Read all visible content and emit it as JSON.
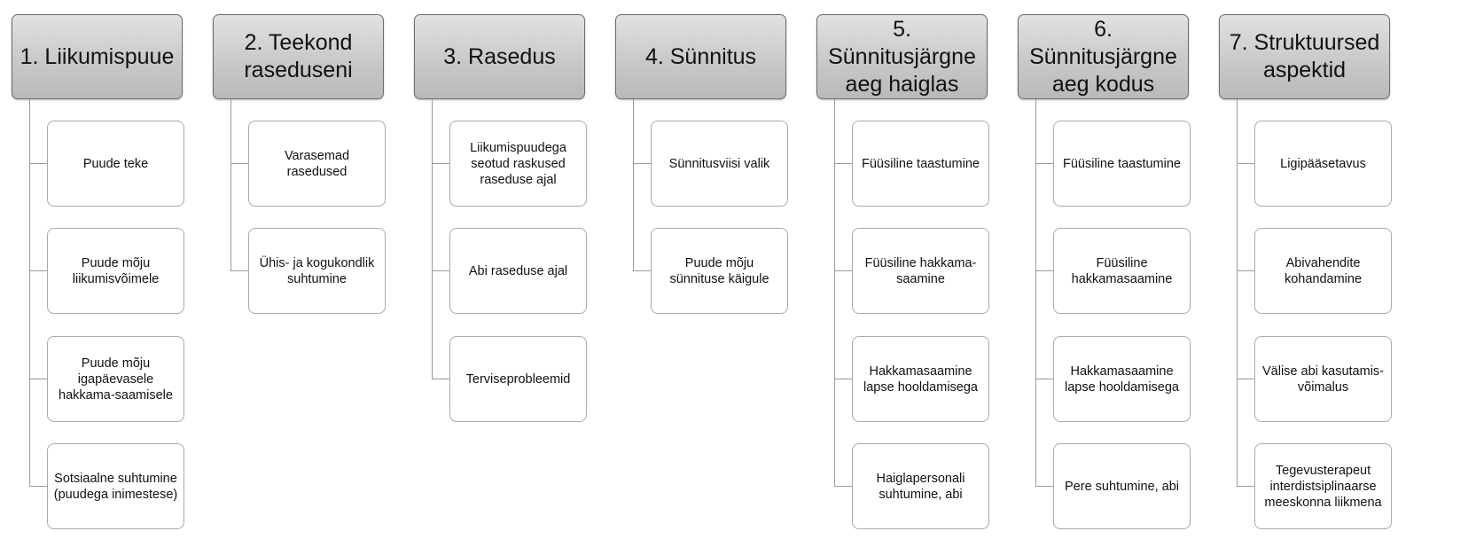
{
  "diagram": {
    "columns": [
      {
        "title": "1. Liikumispuue",
        "items": [
          "Puude teke",
          "Puude mõju liikumisvõimele",
          "Puude mõju igapäevasele hakkama-saamisele",
          "Sotsiaalne suhtumine (puudega inimestese)"
        ]
      },
      {
        "title": "2. Teekond raseduseni",
        "items": [
          "Varasemad rasedused",
          "Ühis- ja kogukondlik suhtumine"
        ]
      },
      {
        "title": "3. Rasedus",
        "items": [
          "Liikumispuudega seotud raskused raseduse ajal",
          "Abi raseduse ajal",
          "Terviseprobleemid"
        ]
      },
      {
        "title": "4. Sünnitus",
        "items": [
          "Sünnitusviisi valik",
          "Puude mõju sünnituse käigule"
        ]
      },
      {
        "title": "5. Sünnitusjärgne aeg haiglas",
        "items": [
          "Füüsiline taastumine",
          "Füüsiline hakkama-saamine",
          "Hakkamasaamine lapse hooldamisega",
          "Haiglapersonali suhtumine, abi"
        ]
      },
      {
        "title": "6. Sünnitusjärgne aeg kodus",
        "items": [
          "Füüsiline taastumine",
          "Füüsiline hakkamasaamine",
          "Hakkamasaamine lapse hooldamisega",
          "Pere suhtumine, abi"
        ]
      },
      {
        "title": "7. Struktuursed aspektid",
        "items": [
          "Ligipääsetavus",
          "Abivahendite kohandamine",
          "Välise abi kasutamis-võimalus",
          "Tegevusterapeut interdistsiplinaarse meeskonna liikmena"
        ]
      }
    ]
  }
}
